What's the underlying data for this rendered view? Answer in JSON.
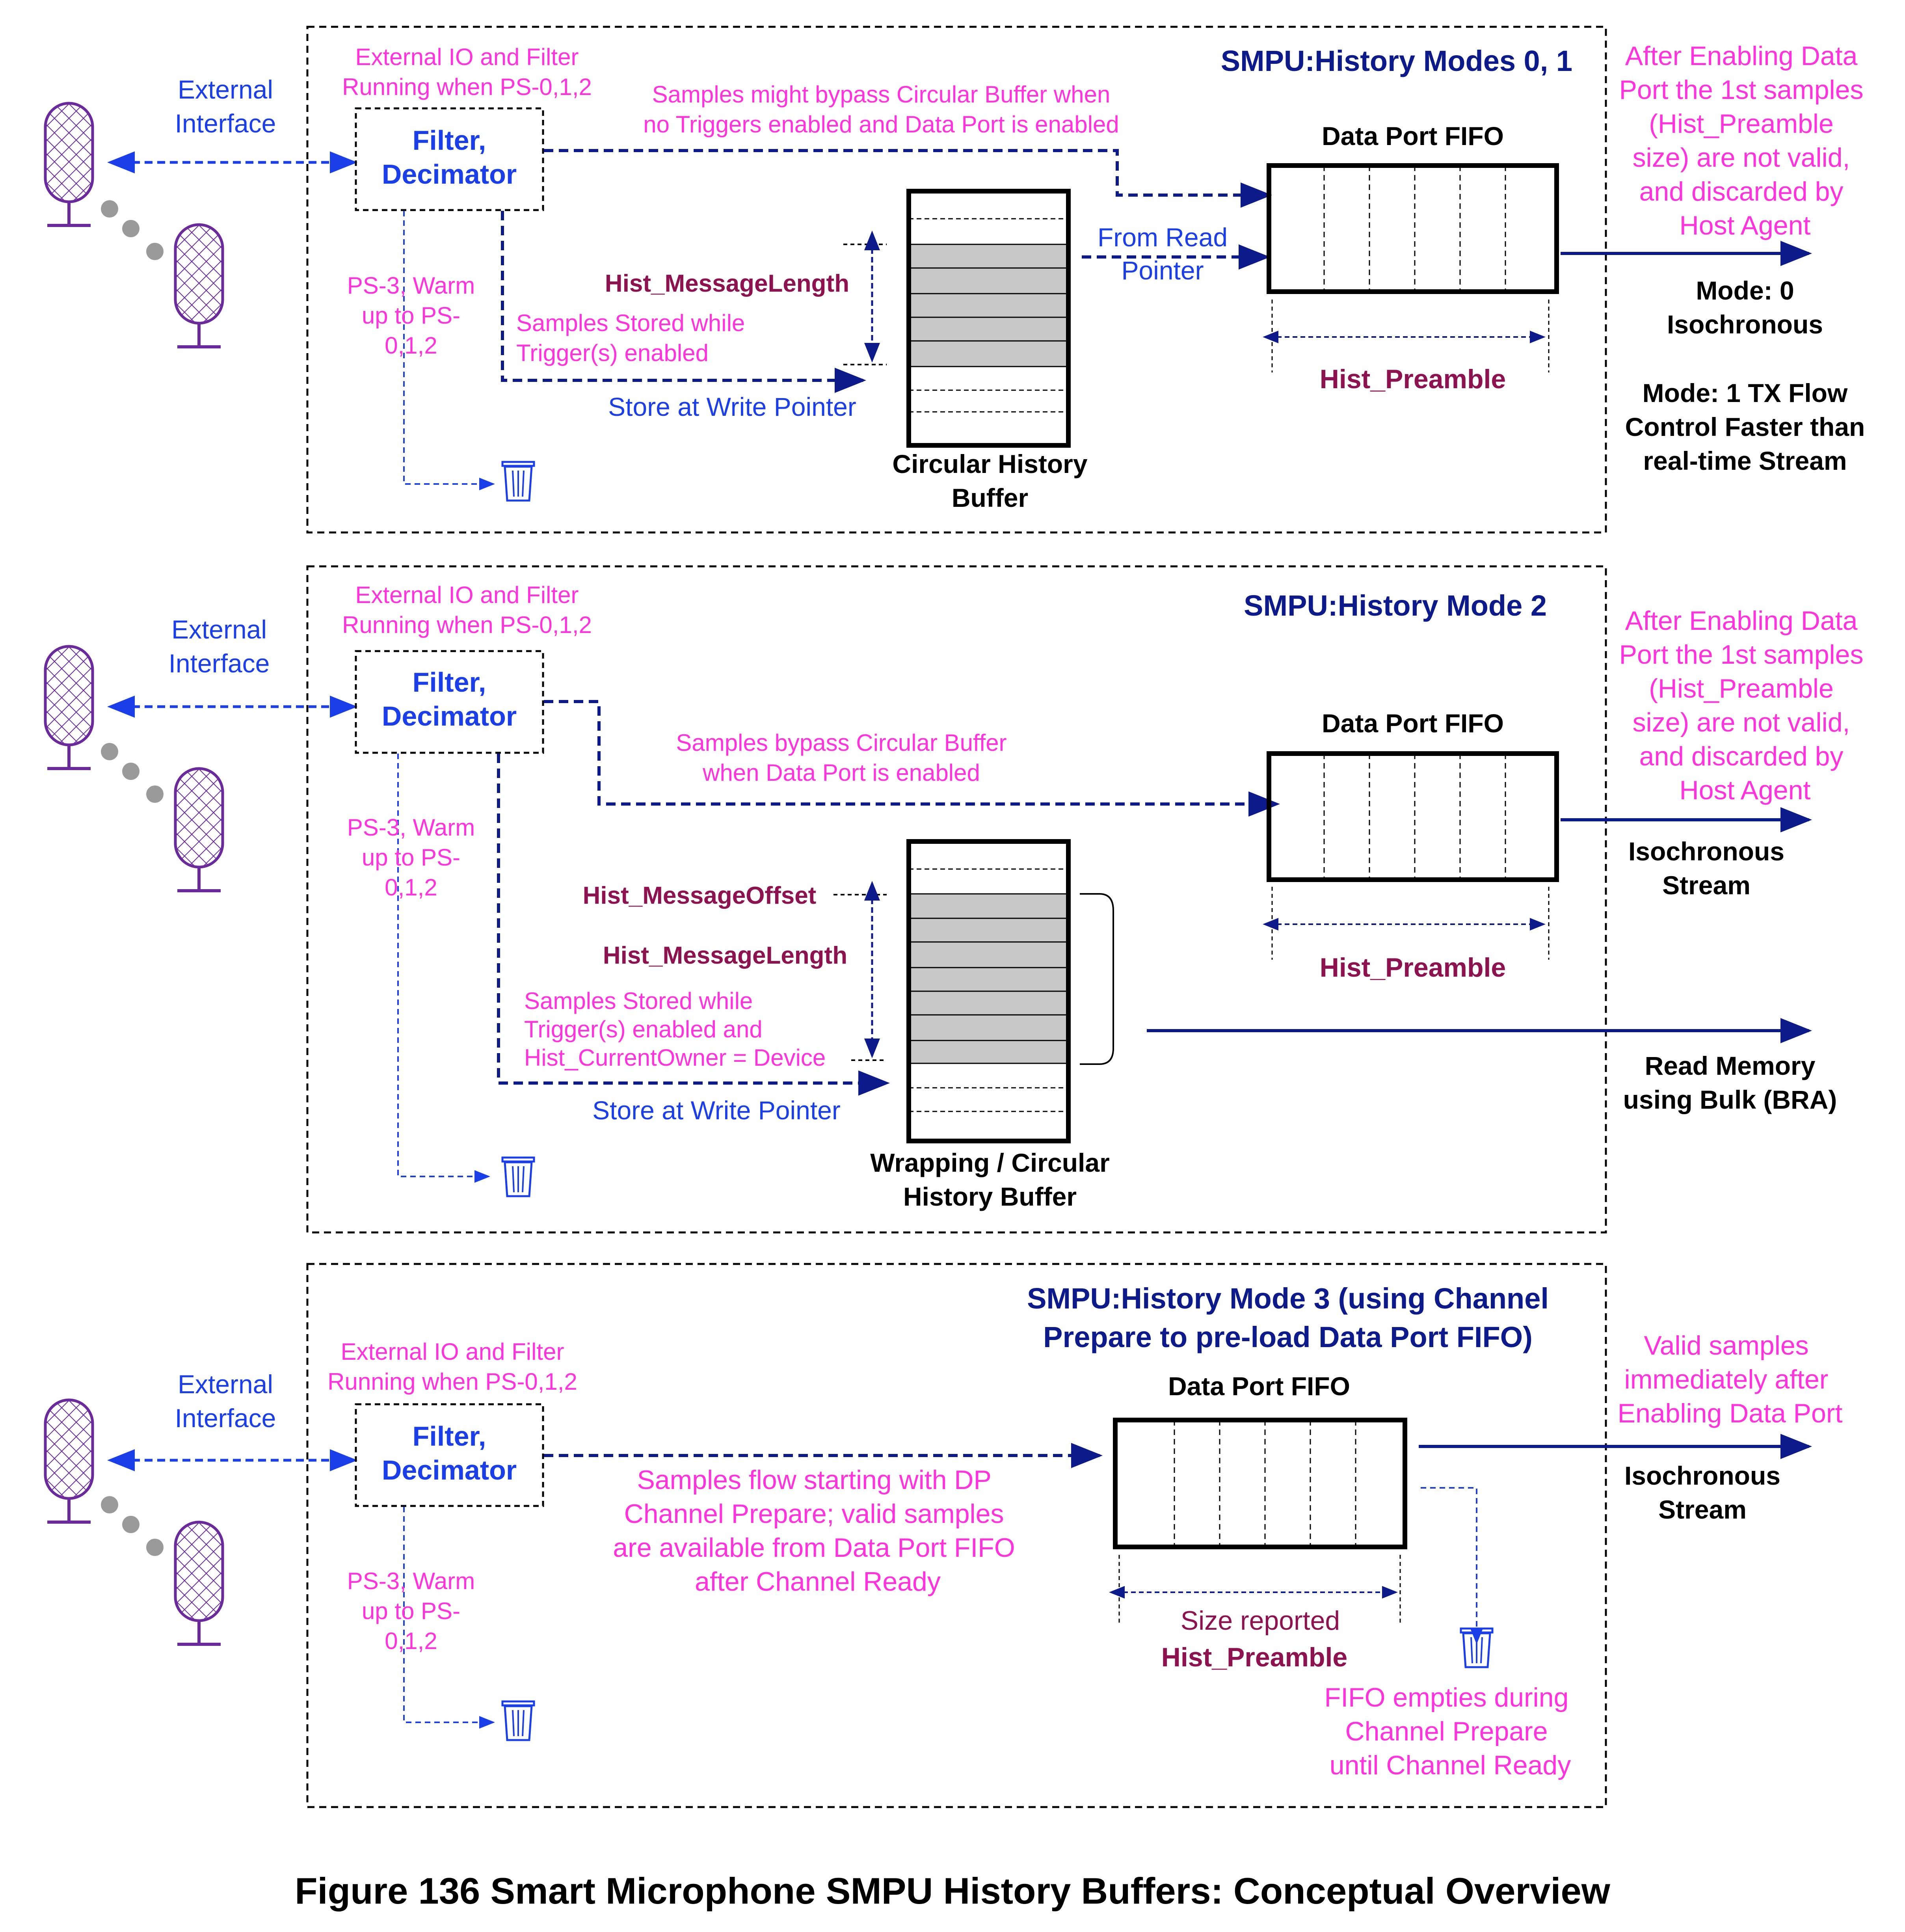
{
  "figure": {
    "caption": "Figure 136 Smart Microphone SMPU History Buffers: Conceptual Overview"
  },
  "colors": {
    "navy": "#0d1a8a",
    "blue": "#1a3ee8",
    "magenta": "#ff33dd",
    "maroon": "#8c1350",
    "mic": "#6a2a9c",
    "gray_fill": "#c8c8c8",
    "dot": "#9a9a9a"
  },
  "icons": {
    "mic": "microphone-icon",
    "trash": "trash-can-icon"
  },
  "panel1": {
    "title": "SMPU:History Modes 0, 1",
    "ext_interface": [
      "External",
      "Interface"
    ],
    "ext_io": [
      "External IO and Filter",
      "Running when PS-0,1,2"
    ],
    "filter": [
      "Filter,",
      "Decimator"
    ],
    "ps3": [
      "PS-3, Warm",
      "up to PS-",
      "0,1,2"
    ],
    "bypass_note": [
      "Samples might bypass Circular Buffer when",
      "no Triggers enabled and Data Port is enabled"
    ],
    "msg_length": "Hist_MessageLength",
    "stored_note": [
      "Samples Stored while",
      "Trigger(s) enabled"
    ],
    "store_write": "Store at Write Pointer",
    "buffer_label": [
      "Circular History",
      "Buffer"
    ],
    "from_read": [
      "From Read",
      "Pointer"
    ],
    "fifo_label": "Data Port FIFO",
    "preamble": "Hist_Preamble",
    "after_enable": [
      "After Enabling Data",
      "Port the 1st samples",
      "(Hist_Preamble",
      "size) are not valid,",
      "and discarded by",
      "Host Agent"
    ],
    "mode0": [
      "Mode: 0",
      "Isochronous"
    ],
    "mode1": [
      "Mode: 1 TX Flow",
      "Control Faster than",
      "real-time Stream"
    ]
  },
  "panel2": {
    "title": "SMPU:History Mode 2",
    "ext_interface": [
      "External",
      "Interface"
    ],
    "ext_io": [
      "External IO and Filter",
      "Running when PS-0,1,2"
    ],
    "filter": [
      "Filter,",
      "Decimator"
    ],
    "ps3": [
      "PS-3, Warm",
      "up to PS-",
      "0,1,2"
    ],
    "bypass_note": [
      "Samples bypass Circular Buffer",
      "when Data Port is enabled"
    ],
    "msg_offset": "Hist_MessageOffset",
    "msg_length": "Hist_MessageLength",
    "stored_note": [
      "Samples Stored while",
      "Trigger(s) enabled and",
      "Hist_CurrentOwner = Device"
    ],
    "store_write": "Store at Write Pointer",
    "buffer_label": [
      "Wrapping / Circular",
      "History Buffer"
    ],
    "fifo_label": "Data Port FIFO",
    "preamble": "Hist_Preamble",
    "after_enable": [
      "After Enabling Data",
      "Port the 1st samples",
      "(Hist_Preamble",
      "size) are not valid,",
      "and discarded by",
      "Host Agent"
    ],
    "iso": [
      "Isochronous",
      "Stream"
    ],
    "read_mem": [
      "Read Memory",
      "using Bulk (BRA)"
    ]
  },
  "panel3": {
    "title": [
      "SMPU:History Mode 3 (using Channel",
      "Prepare to pre-load Data Port FIFO)"
    ],
    "ext_interface": [
      "External",
      "Interface"
    ],
    "ext_io": [
      "External IO and Filter",
      "Running when PS-0,1,2"
    ],
    "filter": [
      "Filter,",
      "Decimator"
    ],
    "ps3": [
      "PS-3, Warm",
      "up to PS-",
      "0,1,2"
    ],
    "flow_note": [
      "Samples flow starting with DP",
      "Channel Prepare; valid samples",
      "are available from Data Port FIFO",
      "after Channel Ready"
    ],
    "fifo_label": "Data Port FIFO",
    "size_reported": "Size reported",
    "preamble": "Hist_Preamble",
    "valid_note": [
      "Valid samples",
      "immediately after",
      "Enabling Data Port"
    ],
    "iso": [
      "Isochronous",
      "Stream"
    ],
    "empties_note": [
      "FIFO empties during",
      "Channel Prepare",
      "until Channel Ready"
    ]
  }
}
